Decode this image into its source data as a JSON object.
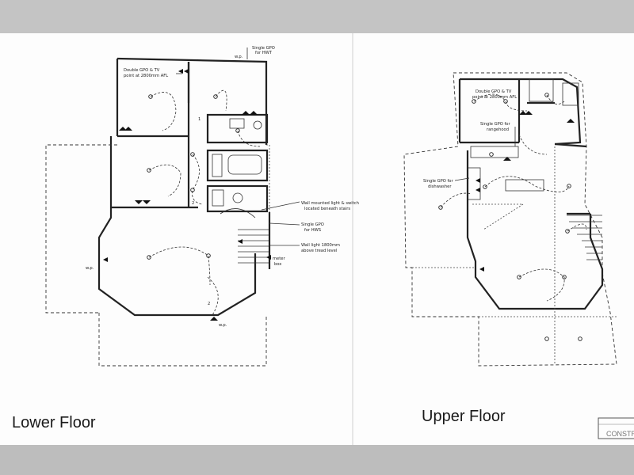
{
  "titles": {
    "lower": "Lower Floor",
    "upper": "Upper Floor",
    "stamp": "CONSTR"
  },
  "lower_labels": {
    "gpo_hwt": "Single GPO",
    "gpo_hwt_2": "for HWT",
    "wp_top": "w.p.",
    "double_gpo_tv": "Double GPO & TV",
    "double_gpo_tv_2": "point at 2800mm AFL",
    "wall_light_switch": "Wall mounted light & switch",
    "wall_light_switch_2": "located beneath stairs",
    "gpo_hws": "Single GPO",
    "gpo_hws_2": "for HWS",
    "wall_light_1800": "Wall light 1800mm",
    "wall_light_1800_2": "above tread level",
    "meter_box": "meter",
    "meter_box_2": "box",
    "wp_left": "w.p.",
    "wp_bottom": "w.p.",
    "num_1": "1",
    "num_2": "2",
    "num_3": "2"
  },
  "upper_labels": {
    "double_gpo_tv": "Double GPO & TV",
    "double_gpo_tv_2": "point at 2800mm AFL",
    "gpo_rangehood": "Single GPO for",
    "gpo_rangehood_2": "rangehood",
    "gpo_dishwasher": "Single GPO for",
    "gpo_dishwasher_2": "dishwasher"
  },
  "colors": {
    "paper": "#ffffff",
    "ink": "#222222",
    "strip": "#bdbdbd"
  }
}
